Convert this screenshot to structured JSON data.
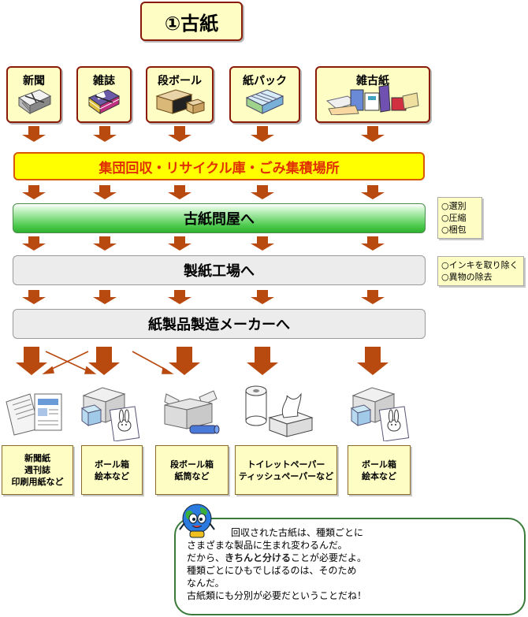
{
  "title": "①古紙",
  "categories": [
    {
      "label": "新聞",
      "icon": "newspaper-stack-icon"
    },
    {
      "label": "雑誌",
      "icon": "magazine-bundle-icon"
    },
    {
      "label": "段ボール",
      "icon": "cardboard-box-icon"
    },
    {
      "label": "紙パック",
      "icon": "milk-carton-stack-icon"
    },
    {
      "label": "雑古紙",
      "icon": "mixed-paper-icon"
    }
  ],
  "flow": {
    "collection": "集団回収・リサイクル庫・ごみ集積場所",
    "wholesaler": "古紙問屋へ",
    "paper_mill": "製紙工場へ",
    "manufacturer": "紙製品製造メーカーへ"
  },
  "notes": {
    "wholesaler": [
      "○選別",
      "○圧縮",
      "○梱包"
    ],
    "paper_mill": [
      "○インキを取り除く",
      "○異物の除去"
    ]
  },
  "products": [
    {
      "lines": [
        "新聞紙",
        "週刊誌",
        "印刷用紙など"
      ],
      "icon": "newspaper-icon"
    },
    {
      "lines": [
        "ボール箱",
        "絵本など"
      ],
      "icon": "box-and-picture-book-icon"
    },
    {
      "lines": [
        "段ボール箱",
        "紙筒など"
      ],
      "icon": "cardboard-box-and-tube-icon"
    },
    {
      "lines": [
        "トイレットペーパー",
        "ティッシュペーパーなど"
      ],
      "icon": "toilet-paper-and-tissue-icon"
    },
    {
      "lines": [
        "ボール箱",
        "絵本など"
      ],
      "icon": "box-and-picture-book-icon"
    }
  ],
  "message": {
    "line1": "回収された古紙は、種類ごとに",
    "line2": "さまざまな製品に生まれ変わるんだ。",
    "line3_pre": "だから、",
    "line3_emph": "きちんと分ける",
    "line3_post": "ことが必要だよ。",
    "line4": "種類ごとにひもでしばるのは、そのため",
    "line5": "なんだ。",
    "line6": "古紙類にも分別が必要だということだね！"
  },
  "colors": {
    "arrow": "#b84a10",
    "box_fill": "#fefec4",
    "box_border": "#8a1a0a",
    "collection_bar": "#ffff00",
    "collection_text": "#e03000",
    "wholesaler_bar": "#4ecb4e",
    "process_bar": "#ececec",
    "bubble_border": "#3a7a3a"
  }
}
